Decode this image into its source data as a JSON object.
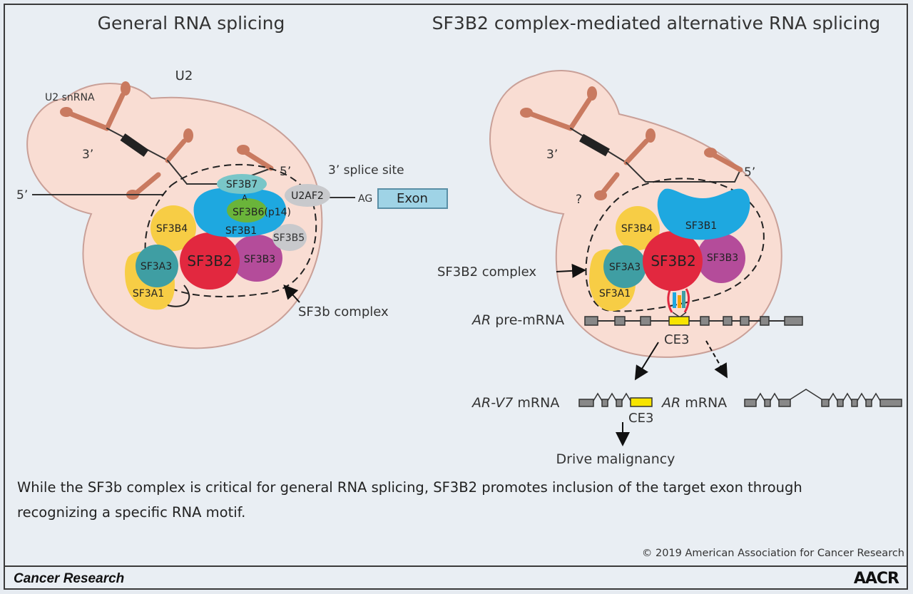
{
  "left_panel": {
    "title": "General RNA splicing",
    "u2_label": "U2",
    "u2_snrna_label": "U2 snRNA",
    "three_prime": "3’",
    "five_prime_a": "5’",
    "five_prime_b": "5’",
    "splice_site_label": "3’ splice site",
    "ag_label": "AG",
    "a_label": "A",
    "exon_label": "Exon",
    "proteins": {
      "sf3b7": "SF3B7",
      "u2af2": "U2AF2",
      "sf3b6": "SF3B6(p14)",
      "sf3b1": "SF3B1",
      "sf3b5": "SF3B5",
      "sf3b4": "SF3B4",
      "sf3b2": "SF3B2",
      "sf3b3": "SF3B3",
      "sf3a3": "SF3A3",
      "sf3a1": "SF3A1"
    },
    "sf3b_complex_label": "SF3b complex"
  },
  "right_panel": {
    "title": "SF3B2 complex-mediated alternative RNA splicing",
    "three_prime": "3’",
    "five_prime": "5’",
    "question": "?",
    "proteins": {
      "sf3b1": "SF3B1",
      "sf3b4": "SF3B4",
      "sf3b2": "SF3B2",
      "sf3b3": "SF3B3",
      "sf3a3": "SF3A3",
      "sf3a1": "SF3A1"
    },
    "sf3b2_complex_label": "SF3B2 complex",
    "ar_pre_mrna_italic": "AR",
    "ar_pre_mrna_rest": " pre-mRNA",
    "ce3_label": "CE3",
    "ar_v7_italic": "AR-V7",
    "ar_v7_rest": " mRNA",
    "ce3_label_2": "CE3",
    "ar_mrna_italic": "AR",
    "ar_mrna_rest": " mRNA",
    "drive_malignancy": "Drive malignancy"
  },
  "caption_text": "While the SF3b complex is critical for general RNA splicing, SF3B2 promotes inclusion of the target exon through recognizing a specific RNA motif.",
  "copyright": "© 2019 American Association for Cancer Research",
  "journal_name": "Cancer Research",
  "logo_text": "AACR",
  "colors": {
    "cell_fill": "#f9ddd3",
    "sf3b1_blue": "#1ea8e0",
    "sf3b2_red": "#e2283f",
    "sf3b3_purple": "#b44c9a",
    "sf3b4_yellow": "#f7cd45",
    "sf3a3_teal": "#3f9ea3",
    "sf3b6_green": "#6ab43a",
    "sf3b7_teal_light": "#79c6c8",
    "grey_protein": "#c8c9cc",
    "stem_brown": "#c97a60",
    "exon_blue": "#9fd3e6",
    "ce3_yellow": "#f7e400"
  }
}
